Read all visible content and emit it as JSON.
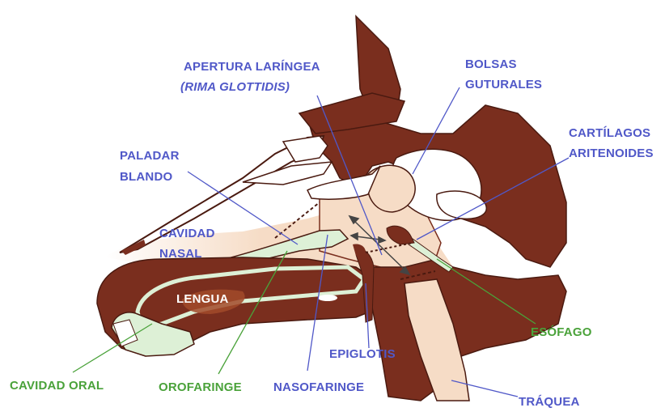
{
  "labels": {
    "apertura_laringea": "APERTURA LARÍNGEA",
    "rima_glottidis": "(RIMA GLOTTIDIS)",
    "bolsas": "BOLSAS",
    "guturales": "GUTURALES",
    "cartilagos": "CARTÍLAGOS",
    "aritenoides": "ARITENOIDES",
    "paladar": "PALADAR",
    "blando": "BLANDO",
    "cavidad": "CAVIDAD",
    "nasal": "NASAL",
    "lengua": "LENGUA",
    "esofago": "ESÓFAGO",
    "epiglotis": "EPIGLOTIS",
    "cavidad_oral": "CAVIDAD ORAL",
    "orofaringe": "OROFARINGE",
    "nasofaringe": "NASOFARINGE",
    "traquea": "TRÁQUEA"
  },
  "colors": {
    "tissue_dark": "#7a2e1e",
    "tissue_light": "#f6dcc6",
    "label_blue": "#5058c8",
    "label_green": "#4aa23a",
    "mucosa_green": "#ddf0d6"
  }
}
